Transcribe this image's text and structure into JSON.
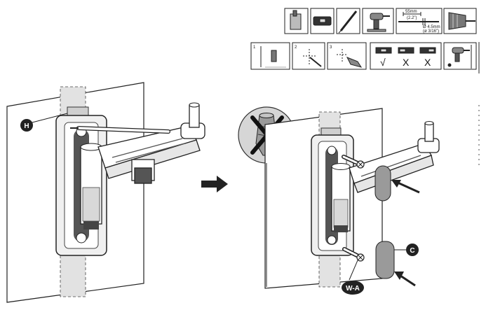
{
  "top_steps": [
    {
      "icon": "wall-panel-icon"
    },
    {
      "icon": "level-tool-icon"
    },
    {
      "icon": "pencil-icon"
    },
    {
      "icon": "drill-icon"
    },
    {
      "icon": "drill-bit-dimension-icon",
      "dimensions": {
        "length_mm": "55mm",
        "length_in": "(2.2\")",
        "diameter_mm": "Ø 4.5mm",
        "diameter_in": "(ø 3/16\")"
      }
    },
    {
      "icon": "drill-chuck-icon"
    }
  ],
  "sub_steps": [
    {
      "number": "1",
      "icon": "wall-outlet-icon"
    },
    {
      "number": "2",
      "icon": "mark-hole-icon"
    },
    {
      "number": "3",
      "icon": "drill-hole-icon"
    }
  ],
  "level_checks": [
    {
      "icon": "level-check-ok-icon",
      "mark": "√"
    },
    {
      "icon": "level-check-wrong-icon",
      "mark": "X"
    },
    {
      "icon": "level-check-wrong-icon",
      "mark": "X"
    }
  ],
  "parts": {
    "h": "H",
    "c": "C",
    "wa": "W-A"
  },
  "no_anchor_icon": "no-wall-anchor-icon"
}
